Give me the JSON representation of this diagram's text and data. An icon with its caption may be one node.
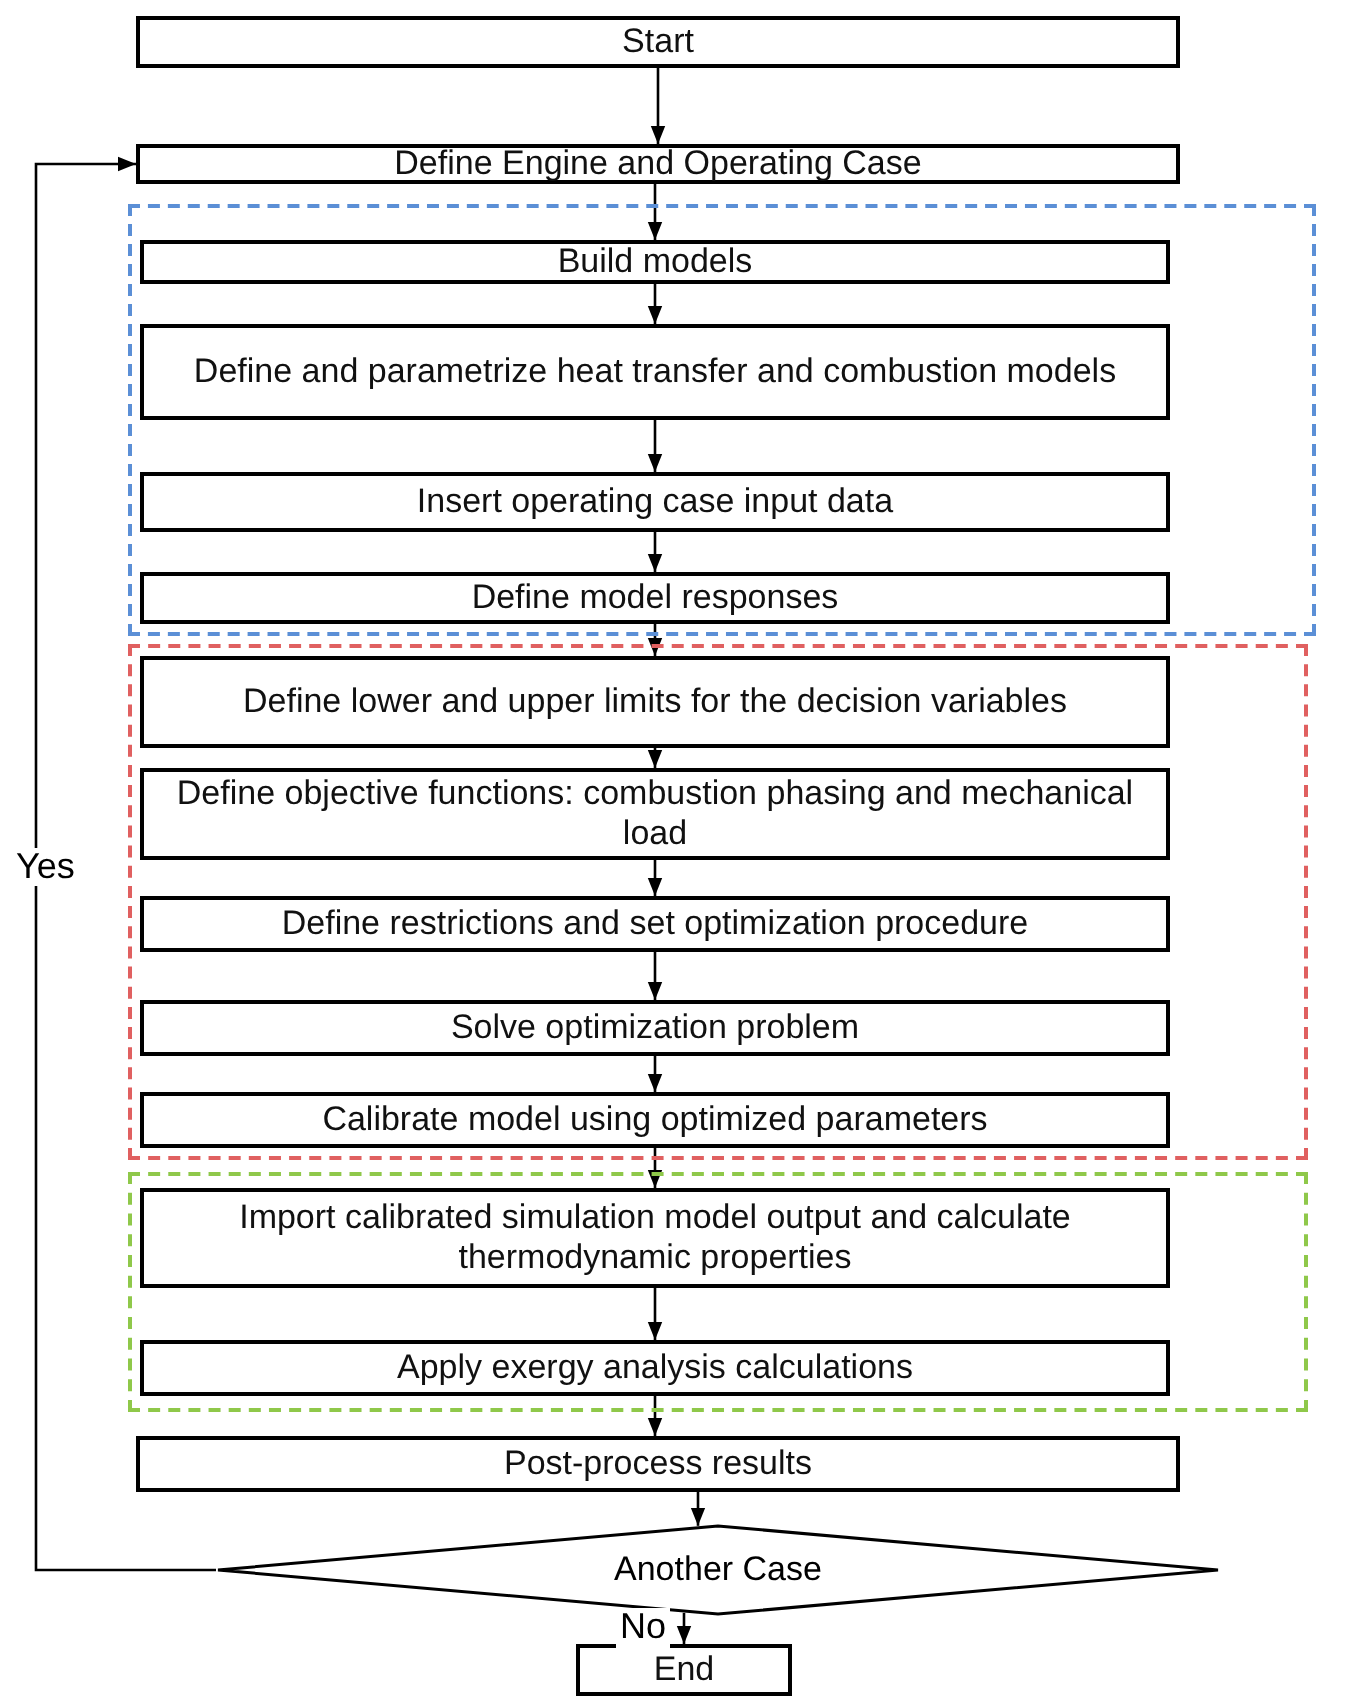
{
  "diagram": {
    "nodes": [
      {
        "text": [
          "Start"
        ]
      },
      {
        "text": [
          "Define Engine and Operating Case"
        ]
      },
      {
        "text": [],
        "shape": "box"
      },
      {
        "text": [
          "Build models"
        ],
        "in": 2
      },
      {
        "text": [
          "Define and parametrize heat transfer and combustion models"
        ],
        "in": 2
      },
      {
        "text": [
          "Insert operating case input data"
        ],
        "in": 2
      },
      {
        "text": [
          "Define model responses"
        ],
        "in": 2
      },
      {
        "text": [],
        "shape": "box"
      },
      {
        "text": [
          "Define lower and upper limits for the decision variables"
        ],
        "in": 7
      },
      {
        "text": [
          "Define objective functions: combustion phasing and mechanical load"
        ],
        "in": 7
      },
      {
        "text": [
          "Define restrictions and set optimization procedure"
        ],
        "in": 7
      },
      {
        "text": [
          "Solve optimization problem"
        ],
        "in": 7
      },
      {
        "text": [
          "Calibrate model using optimized parameters"
        ],
        "in": 7
      },
      {
        "text": [],
        "shape": "box"
      },
      {
        "text": [
          "Import calibrated simulation model output and calculate thermodynamic properties"
        ],
        "in": 13
      },
      {
        "text": [
          "Apply exergy analysis calculations"
        ],
        "in": 13
      },
      {
        "text": [
          "Post-process results"
        ]
      },
      {
        "text": [
          "Another Case"
        ]
      },
      {
        "text": [
          "End"
        ]
      }
    ],
    "edges": [
      {
        "from": 0,
        "to": 1,
        "arrow": "to"
      },
      {
        "from": 1,
        "to": 3,
        "arrow": "to"
      },
      {
        "from": 3,
        "to": 4,
        "arrow": "to"
      },
      {
        "from": 4,
        "to": 5,
        "arrow": "to"
      },
      {
        "from": 5,
        "to": 6,
        "arrow": "to"
      },
      {
        "from": 6,
        "to": 8,
        "arrow": "to"
      },
      {
        "from": 8,
        "to": 9,
        "arrow": "to"
      },
      {
        "from": 9,
        "to": 10,
        "arrow": "to"
      },
      {
        "from": 10,
        "to": 11,
        "arrow": "to"
      },
      {
        "from": 11,
        "to": 12,
        "arrow": "to"
      },
      {
        "from": 12,
        "to": 14,
        "arrow": "to"
      },
      {
        "from": 14,
        "to": 15,
        "arrow": "to"
      },
      {
        "from": 15,
        "to": 16,
        "arrow": "to"
      },
      {
        "from": 16,
        "to": 17,
        "arrow": "to"
      },
      {
        "from": 17,
        "to": 18,
        "label": "No",
        "arrow": "to"
      },
      {
        "from": 17,
        "to": 1,
        "label": "Yes",
        "arrow": "to"
      }
    ]
  }
}
